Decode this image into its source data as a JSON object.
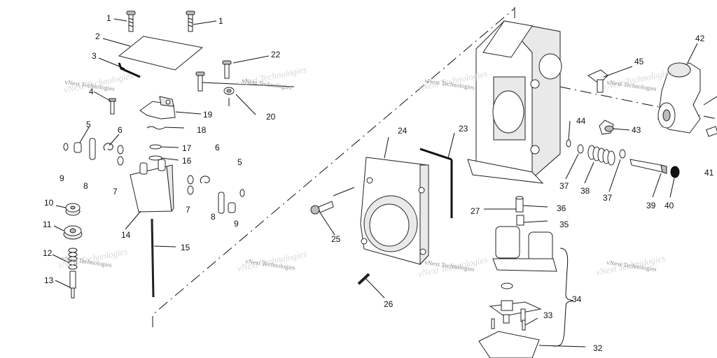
{
  "diagram": {
    "watermark_text": "vNext Technologies",
    "callouts": [
      "1",
      "1",
      "2",
      "3",
      "4",
      "5",
      "6",
      "7",
      "8",
      "9",
      "10",
      "11",
      "12",
      "13",
      "14",
      "15",
      "16",
      "17",
      "18",
      "19",
      "20",
      "22",
      "5",
      "6",
      "7",
      "8",
      "9",
      "23",
      "24",
      "25",
      "26",
      "27",
      "32",
      "33",
      "34",
      "35",
      "36",
      "37",
      "37",
      "38",
      "39",
      "40",
      "41",
      "42",
      "43",
      "44",
      "45"
    ],
    "colors": {
      "line": "#222222",
      "background": "#ffffff",
      "watermark": "#8a8a8a"
    }
  }
}
